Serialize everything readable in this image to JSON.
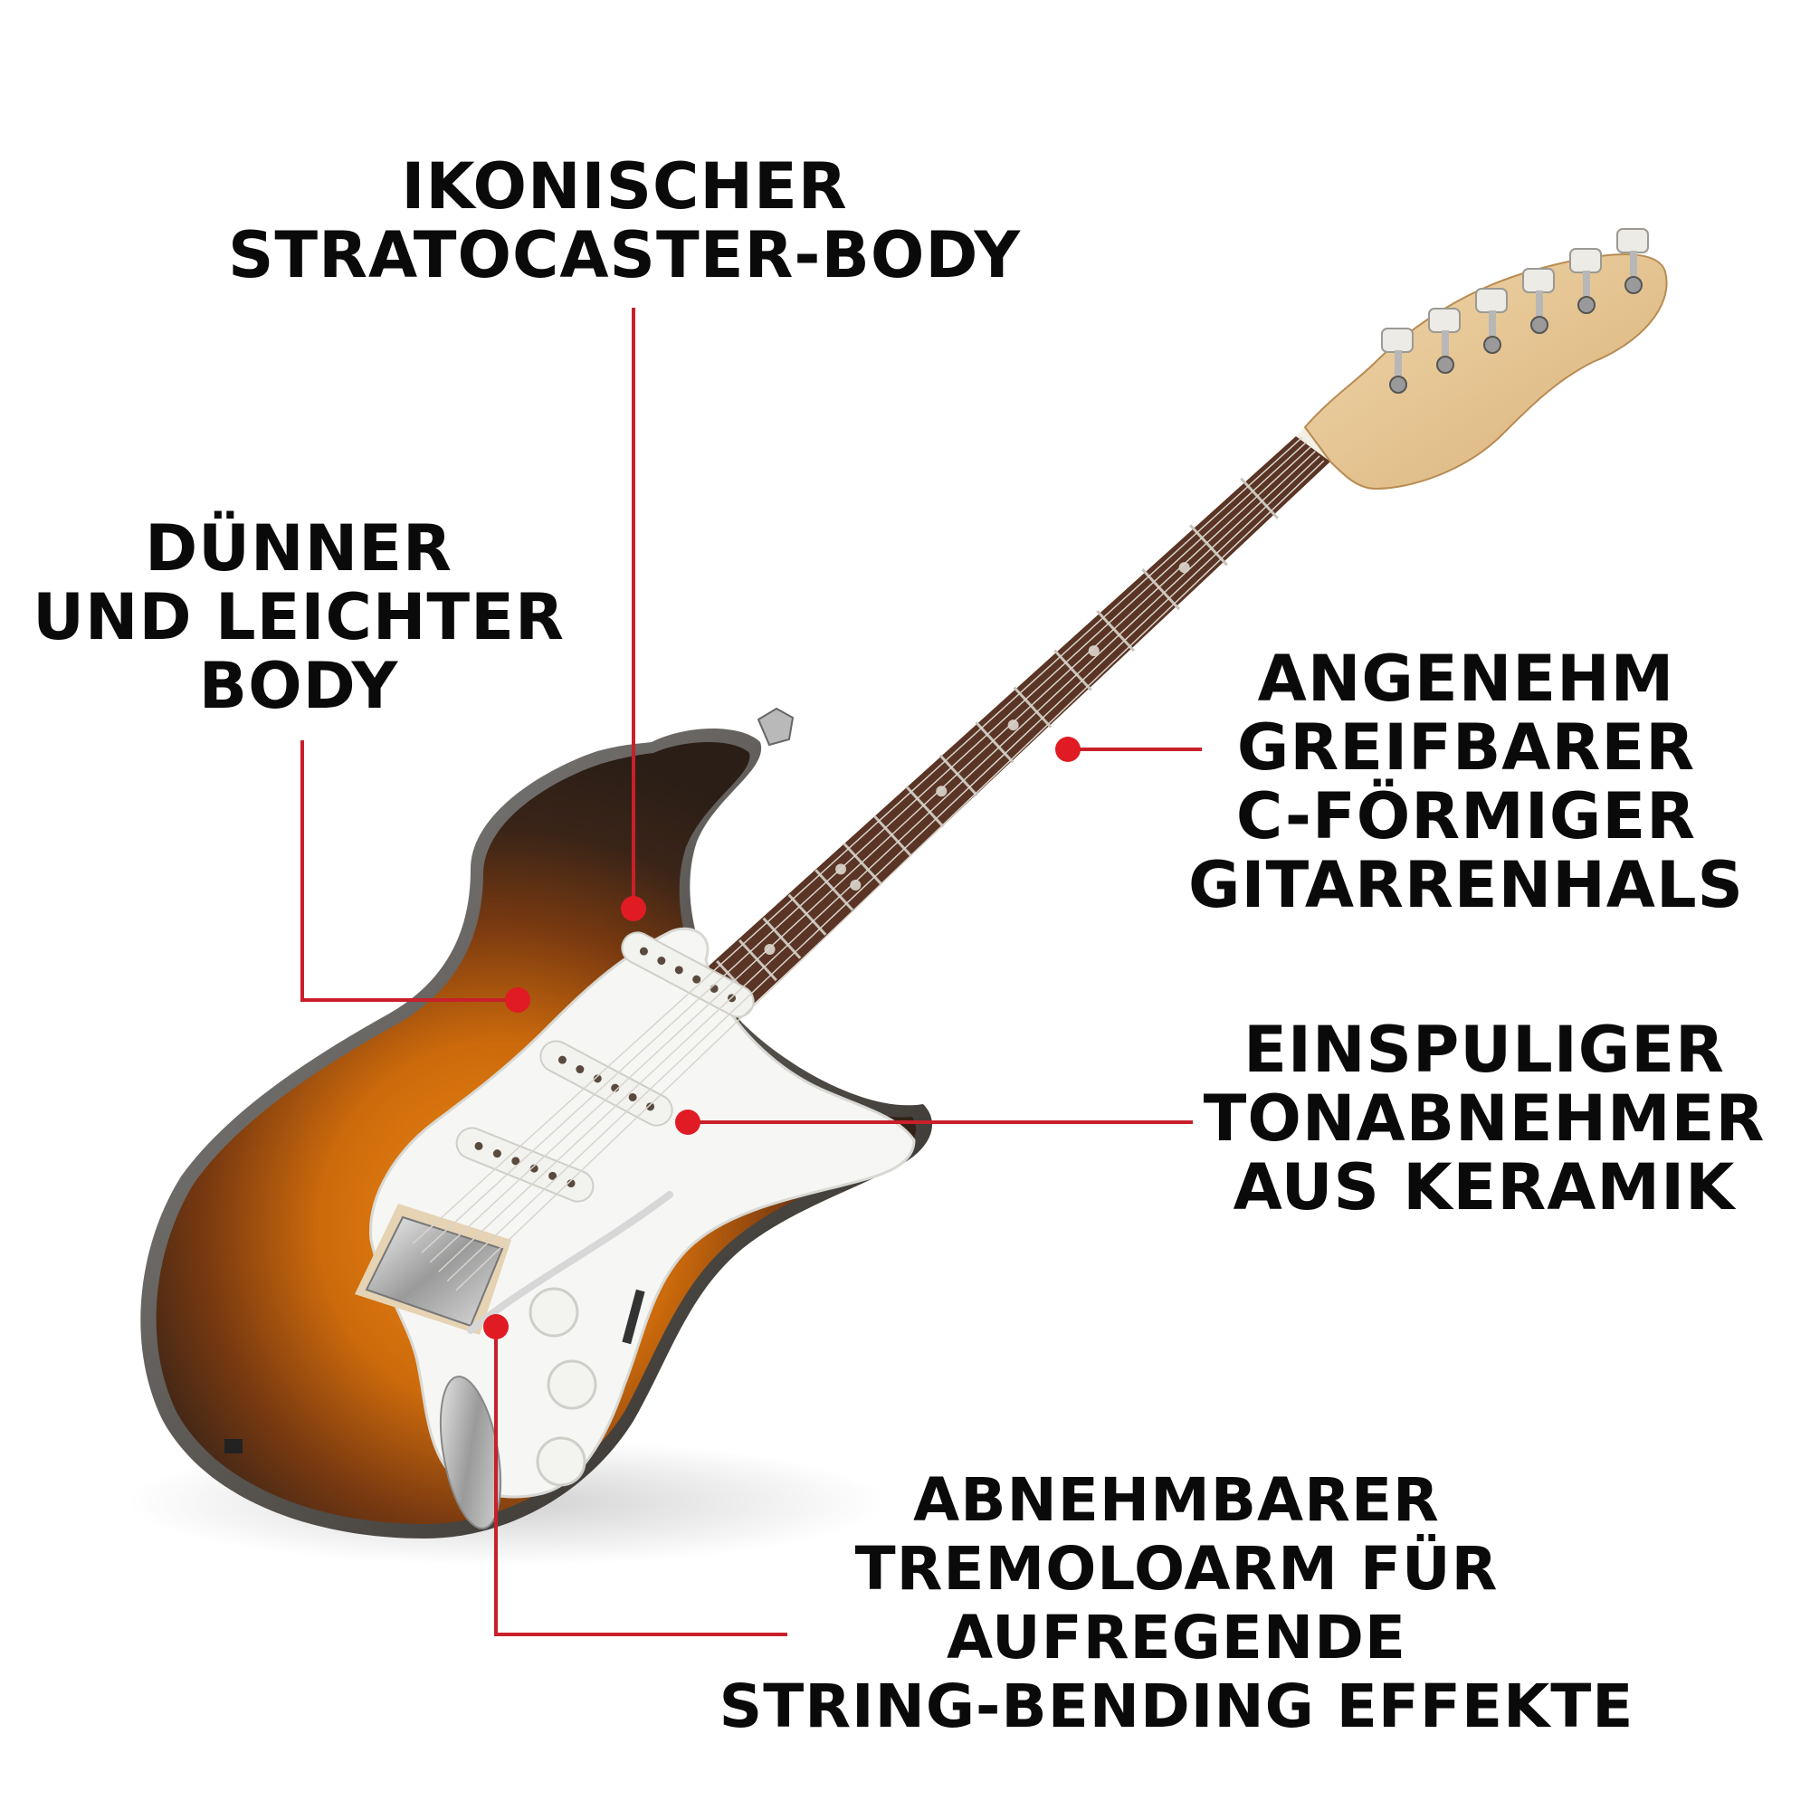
{
  "colors": {
    "callout_line": "#c8202a",
    "callout_dot": "#e01b24",
    "text": "#0a0a0a",
    "sunburst_center": "#e07a10",
    "sunburst_edge": "#2a1e16",
    "pickguard": "#f6f6f4",
    "fretboard": "#5a3424",
    "maple": "#e9c99a"
  },
  "callouts": {
    "body_top": {
      "lines": [
        "IKONISCHER",
        "STRATOCASTER-BODY"
      ]
    },
    "thin_body": {
      "lines": [
        "DÜNNER",
        "UND LEICHTER",
        "BODY"
      ]
    },
    "neck": {
      "lines": [
        "ANGENEHM",
        "GREIFBARER",
        "C-FÖRMIGER",
        "GITARRENHALS"
      ]
    },
    "pickup": {
      "lines": [
        "EINSPULIGER",
        "TONABNEHMER",
        "AUS KERAMIK"
      ]
    },
    "tremolo": {
      "lines": [
        "ABNEHMBARER",
        "TREMOLOARM FÜR",
        "AUFREGENDE",
        "STRING-BENDING EFFEKTE"
      ]
    }
  }
}
